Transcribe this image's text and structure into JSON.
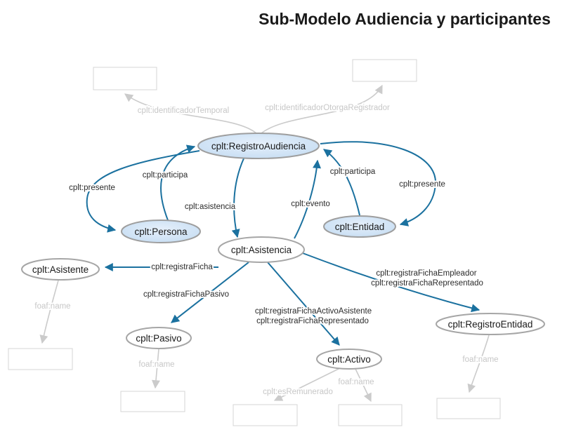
{
  "title": "Sub-Modelo Audiencia y participantes",
  "colors": {
    "edge_blue": "#1b719f",
    "edge_gray": "#cbcbcb",
    "node_fill_blue": "#c8def2",
    "node_stroke": "#9e9e9e",
    "label_dark": "#2b2b2b",
    "label_gray": "#c7c7c7"
  },
  "nodes": {
    "registro_audiencia": "cplt:RegistroAudiencia",
    "persona": "cplt:Persona",
    "entidad": "cplt:Entidad",
    "asistencia": "cplt:Asistencia",
    "asistente": "cplt:Asistente",
    "pasivo": "cplt:Pasivo",
    "activo": "cplt:Activo",
    "registro_entidad": "cplt:RegistroEntidad"
  },
  "edge_labels": {
    "identificador_temporal": "cplt:identificadorTemporal",
    "identificador_otorga_registrador": "cplt:identificadorOtorgaRegistrador",
    "presente_left": "cplt:presente",
    "participa_left": "cplt:participa",
    "asistencia": "cplt:asistencia",
    "evento": "cplt:evento",
    "participa_right": "cplt:participa",
    "presente_right": "cplt:presente",
    "registra_ficha": "cplt:registraFicha",
    "registra_ficha_empleador": "cplt:registraFichaEmpleador",
    "registra_ficha_representado": "cplt:registraFichaRepresentado",
    "registra_ficha_pasivo": "cplt:registraFichaPasivo",
    "registra_ficha_activo_asistente": "cplt:registraFichaActivoAsistente",
    "es_remunerado": "cplt:esRemunerado",
    "foaf_name": "foaf:name"
  }
}
